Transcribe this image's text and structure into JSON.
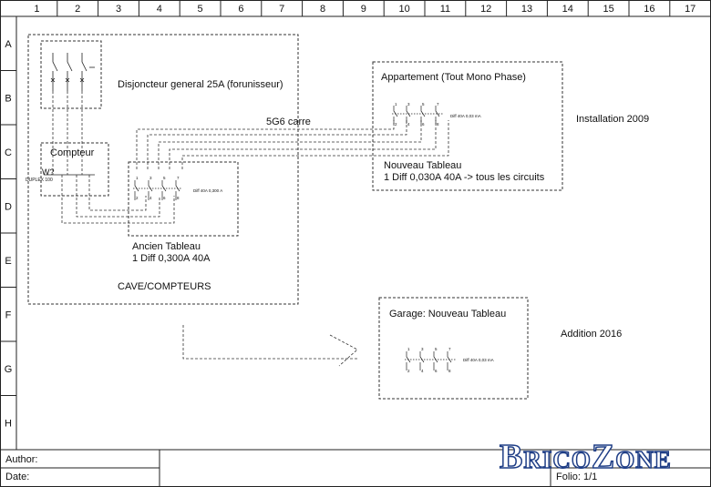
{
  "grid": {
    "columns": [
      "1",
      "2",
      "3",
      "4",
      "5",
      "6",
      "7",
      "8",
      "9",
      "10",
      "11",
      "12",
      "13",
      "14",
      "15",
      "16",
      "17"
    ],
    "rows": [
      "A",
      "B",
      "C",
      "D",
      "E",
      "F",
      "G",
      "H"
    ]
  },
  "labels": {
    "disjoncteur": "Disjoncteur general 25A (forunisseur)",
    "compteur": "Compteur",
    "compteur_w": "W?",
    "compteur_sub": "DUPLEX 100",
    "cable": "5G6 carre",
    "appartement": "Appartement (Tout Mono Phase)",
    "installation": "Installation 2009",
    "nouveau_tableau_1": "Nouveau Tableau",
    "nouveau_tableau_2": "1 Diff 0,030A 40A -> tous les circuits",
    "ancien_tableau_1": "Ancien Tableau",
    "ancien_tableau_2": "1 Diff 0,300A 40A",
    "cave": "CAVE/COMPTEURS",
    "garage": "Garage: Nouveau Tableau",
    "addition": "Addition 2016"
  },
  "breakers": {
    "diff_new": "Diff 40A 0,03 mA",
    "diff_old": "Diff 40A 0,300 A",
    "top_nums": [
      "1",
      "3",
      "5",
      "7"
    ],
    "bottom_nums": [
      "2",
      "4",
      "6",
      "8"
    ]
  },
  "titleblock": {
    "author_label": "Author:",
    "date_label": "Date:",
    "folio": "Folio: 1/1"
  },
  "logo": {
    "text": "BricoZone"
  }
}
